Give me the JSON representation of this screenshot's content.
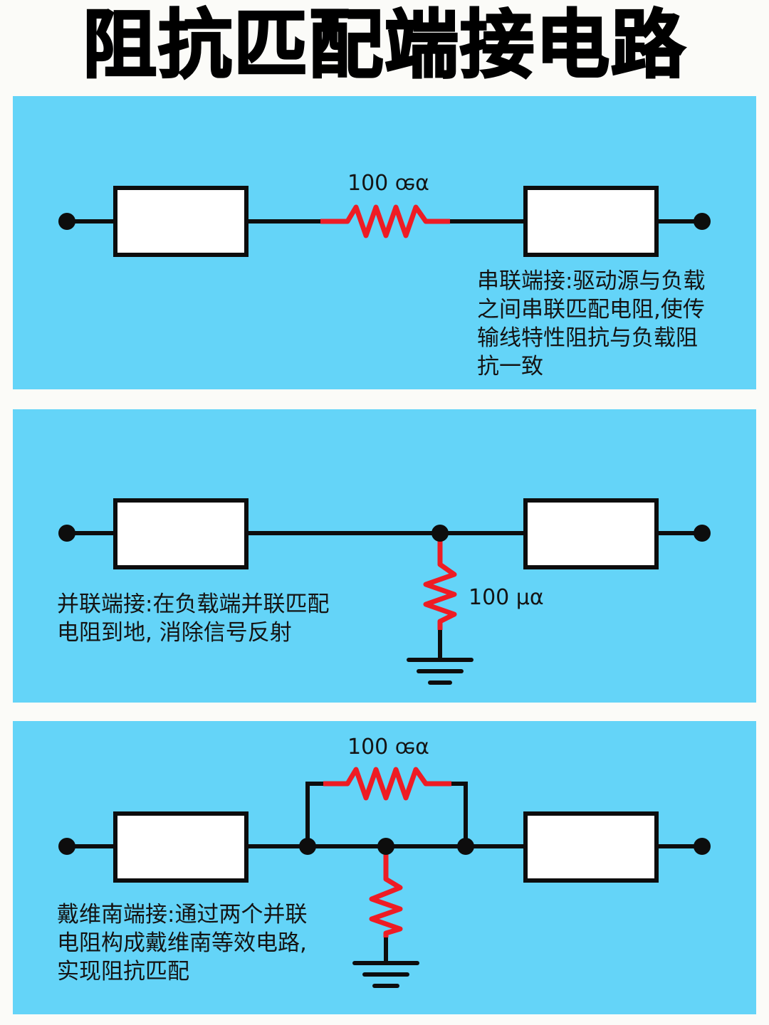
{
  "title": "阻抗匹配端接电路",
  "colors": {
    "panel_bg": "#64d4f8",
    "wire": "#0d0d0d",
    "resistor": "#ee1c24",
    "block_fill": "#ffffff"
  },
  "panels": [
    {
      "type": "series",
      "resistor_label": "100 ꭀα",
      "description": "串联端接:驱动源与负载之间串联匹配电阻,使传输线特性阻抗与负载阻抗一致",
      "description_lines": [
        "串联端接:驱动源与负载",
        "之间串联匹配电阻,使传",
        "输线特性阻抗与负载阻",
        "抗一致"
      ]
    },
    {
      "type": "parallel",
      "resistor_label": "100 μα",
      "description": "并联端接:在负载端并联匹配电阻到地, 消除信号反射",
      "description_lines": [
        "并联端接:在负载端并联匹配",
        "电阻到地, 消除信号反射"
      ]
    },
    {
      "type": "thevenin",
      "resistor_label": "100 ꭀα",
      "description": "戴维南端接:通过两个并联电阻构成戴维南等效电路, 实现阻抗匹配",
      "description_lines": [
        "戴维南端接:通过两个并联",
        "电阻构成戴维南等效电路,",
        "实现阻抗匹配"
      ]
    }
  ]
}
